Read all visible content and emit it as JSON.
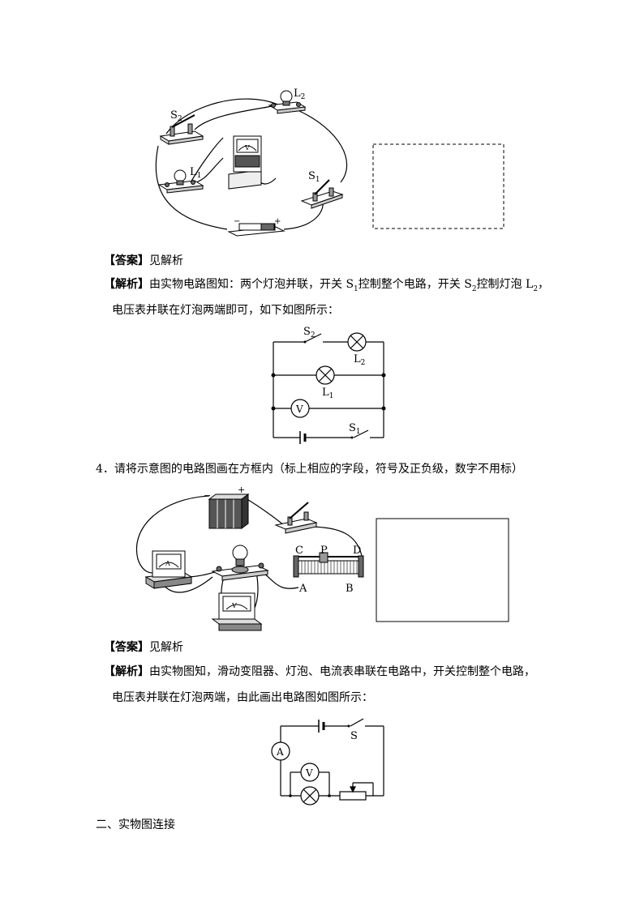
{
  "q3": {
    "answer_tag": "【答案】",
    "answer_text": "见解析",
    "analysis_tag": "【解析】",
    "analysis_line1_a": "由实物电路图知：两个灯泡并联，开关 S",
    "analysis_line1_sub1": "1",
    "analysis_line1_b": "控制整个电路，开关 S",
    "analysis_line1_sub2": "2",
    "analysis_line1_c": "控制灯泡 L",
    "analysis_line1_sub3": "2",
    "analysis_line1_d": "，",
    "analysis_line2": "电压表并联在灯泡两端即可，如下如图所示：",
    "photo_labels": {
      "s2": "S",
      "s2_sub": "2",
      "l2": "L",
      "l2_sub": "2",
      "l1": "L",
      "l1_sub": "1",
      "s1": "S",
      "s1_sub": "1",
      "v": "V",
      "minus": "−",
      "plus": "+"
    },
    "schematic_labels": {
      "s2": "S",
      "s2_sub": "2",
      "l2": "L",
      "l2_sub": "2",
      "l1": "L",
      "l1_sub": "1",
      "v": "V",
      "s1": "S",
      "s1_sub": "1"
    }
  },
  "q4": {
    "number": "4．",
    "question": "请将示意图的电路图画在方框内（标上相应的字段，符号及正负级，数字不用标）",
    "photo_labels": {
      "minus": "−",
      "plus": "+",
      "c": "C",
      "p": "P",
      "d": "D",
      "a": "A",
      "b": "B",
      "ammeter": "A",
      "voltmeter": "V"
    },
    "answer_tag": "【答案】",
    "answer_text": "见解析",
    "analysis_tag": "【解析】",
    "analysis_line1": "由实物图知，滑动变阻器、灯泡、电流表串联在电路中，开关控制整个电路，",
    "analysis_line2": "电压表并联在灯泡两端，由此画出电路图如图所示：",
    "schematic_labels": {
      "s": "S",
      "a": "A",
      "v": "V"
    }
  },
  "section": {
    "title": "二、实物图连接"
  }
}
